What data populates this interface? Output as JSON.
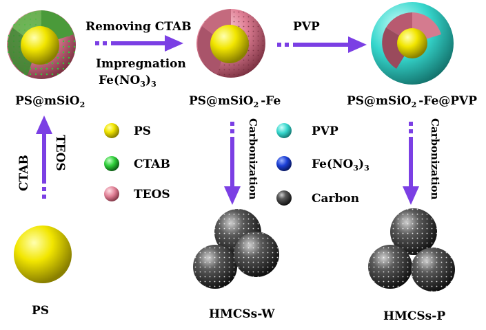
{
  "arrows": {
    "removing_ctab": "Removing CTAB",
    "impregnation_line1": "Impregnation",
    "impregnation_line2_prefix": "Fe(NO",
    "impregnation_line2_sub": "3",
    "impregnation_line2_suffix": ")",
    "impregnation_line2_sub2": "3",
    "pvp": "PVP",
    "ctab": "CTAB",
    "teos": "TEOS",
    "carbonization_left": "Carbonization",
    "carbonization_right": "Carbonization"
  },
  "particles": {
    "ps_at_msio2_prefix": "PS@mSiO",
    "ps_at_msio2_sub": "2",
    "ps_at_msio2_fe_prefix": "PS@mSiO",
    "ps_at_msio2_fe_sub": "2",
    "ps_at_msio2_fe_suffix": "-Fe",
    "ps_at_msio2_fe_pvp_prefix": "PS@mSiO",
    "ps_at_msio2_fe_pvp_sub": "2",
    "ps_at_msio2_fe_pvp_suffix": "-Fe@PVP",
    "ps": "PS",
    "hmcss_w": "HMCSs-W",
    "hmcss_p": "HMCSs-P"
  },
  "legend": {
    "ps": "PS",
    "ctab": "CTAB",
    "teos": "TEOS",
    "pvp": "PVP",
    "fe_prefix": "Fe(NO",
    "fe_sub": "3",
    "fe_suffix": ")",
    "fe_sub2": "3",
    "carbon": "Carbon"
  },
  "colors": {
    "arrow": "#7b3fe4",
    "ps": "#f2e600",
    "ctab": "#2fcf3a",
    "teos": "#e07f95",
    "pvp": "#35d6cc",
    "fe": "#1b3fd6",
    "carbon": "#1e1e1e"
  }
}
